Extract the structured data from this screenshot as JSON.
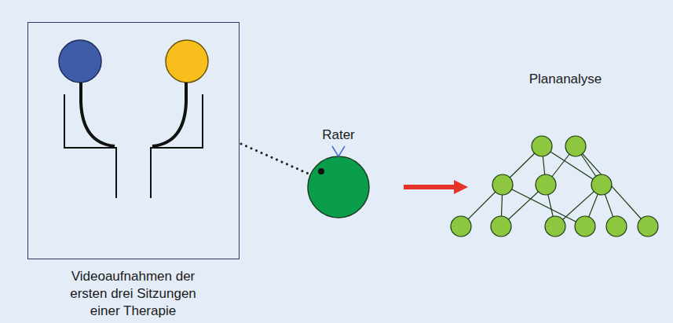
{
  "diagram": {
    "nodes": [
      {
        "text": [
          "Videoaufnahmen der ersten drei Sitzungen einer Therapie"
        ]
      },
      {
        "text": [
          "Rater"
        ]
      }
    ],
    "edges": [
      {
        "from": 0,
        "to": 1,
        "arrow": "none"
      }
    ],
    "labels": [
      "Plananalyse"
    ]
  }
}
